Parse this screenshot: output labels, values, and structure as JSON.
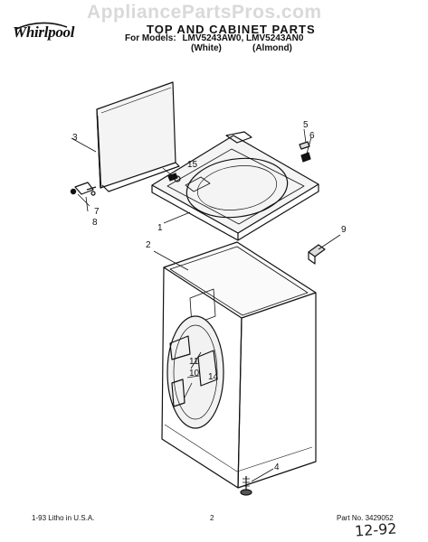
{
  "watermark": "AppliancePartsPros.com",
  "logo": "Whirlpool",
  "header": {
    "title": "TOP AND CABINET PARTS",
    "models_label": "For Models:",
    "model_1": "LMV5243AW0,",
    "model_2": "LMV5243AN0",
    "color_1": "(White)",
    "color_2": "(Almond)"
  },
  "callouts": {
    "c1": "1",
    "c2": "2",
    "c3": "3",
    "c4": "4",
    "c5": "5",
    "c6": "6",
    "c7": "7",
    "c8": "8",
    "c9": "9",
    "c10": "10",
    "c11": "11",
    "c14": "14",
    "c15": "15"
  },
  "footer": {
    "litho": "1-93 Litho in U.S.A.",
    "page_number": "2",
    "part_no": "Part No. 3429052"
  },
  "handwritten_note": "12-92"
}
